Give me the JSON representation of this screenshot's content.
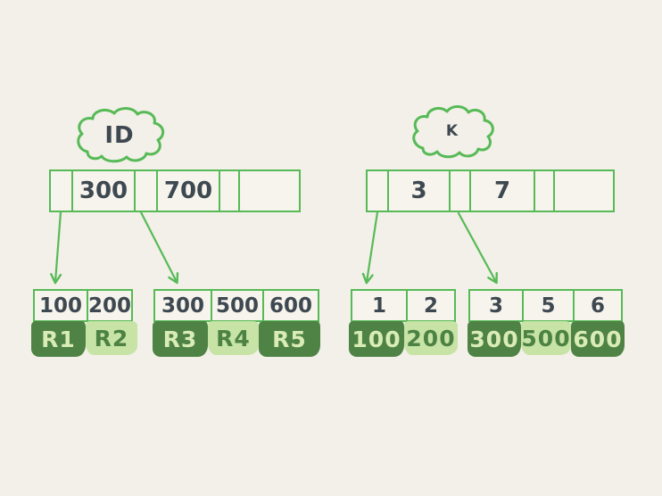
{
  "canvas": {
    "background": "#f2f0e8",
    "stroke_green": "#57ba57",
    "dark_green": "#4e8345",
    "light_green": "#c7e3a6",
    "number_text": "#3e4850",
    "light_label_text": "#d9ecb6",
    "green_label_text": "#4c8243"
  },
  "left_tree": {
    "cloud_label": "ID",
    "root_cells": [
      "",
      "300",
      "",
      "700",
      "",
      ""
    ],
    "leaves": [
      {
        "keys": [
          "100",
          "200"
        ],
        "records": [
          {
            "label": "R1",
            "variant": "dark"
          },
          {
            "label": "R2",
            "variant": "light"
          }
        ]
      },
      {
        "keys": [
          "300",
          "500",
          "600"
        ],
        "records": [
          {
            "label": "R3",
            "variant": "dark"
          },
          {
            "label": "R4",
            "variant": "light"
          },
          {
            "label": "R5",
            "variant": "dark"
          }
        ]
      }
    ]
  },
  "right_tree": {
    "cloud_label": "K",
    "root_cells": [
      "",
      "3",
      "",
      "7",
      "",
      ""
    ],
    "leaves": [
      {
        "keys": [
          "1",
          "2"
        ],
        "records": [
          {
            "label": "100",
            "variant": "dark"
          },
          {
            "label": "200",
            "variant": "light"
          }
        ]
      },
      {
        "keys": [
          "3",
          "5",
          "6"
        ],
        "records": [
          {
            "label": "300",
            "variant": "dark"
          },
          {
            "label": "500",
            "variant": "light"
          },
          {
            "label": "600",
            "variant": "dark"
          }
        ]
      }
    ]
  }
}
